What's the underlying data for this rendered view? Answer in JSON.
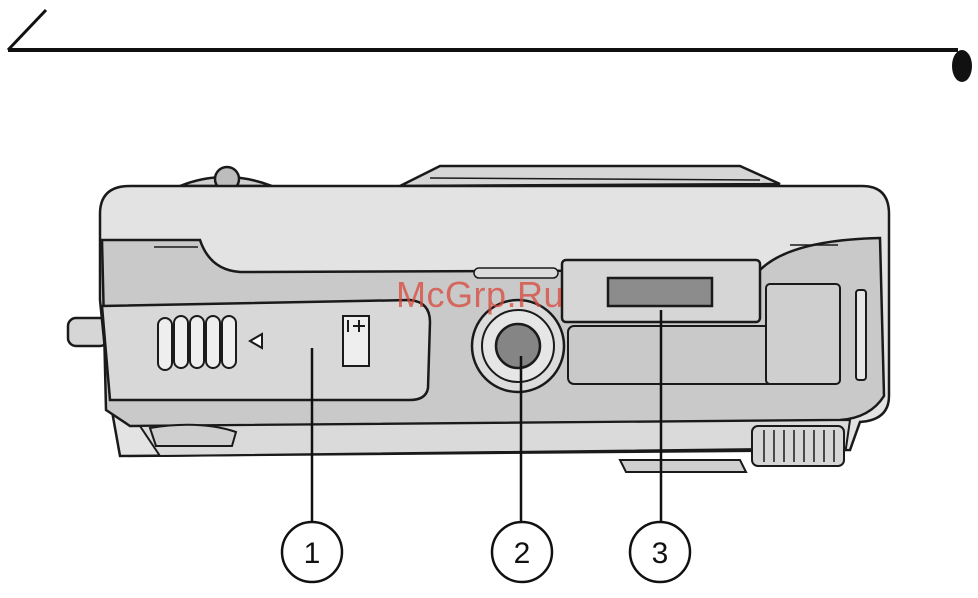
{
  "watermark": {
    "text": "McGrp.Ru"
  },
  "callouts": [
    {
      "number": "1",
      "target": "battery-door"
    },
    {
      "number": "2",
      "target": "tripod-socket"
    },
    {
      "number": "3",
      "target": "viewfinder-window"
    }
  ],
  "icons": {
    "battery_door_symbol": "battery-icon",
    "open_arrow": "triangle-left-icon"
  },
  "colors": {
    "body_light": "#e3e3e3",
    "body_mid": "#c9c9c9",
    "window_dark": "#8c8c8c",
    "socket_dark": "#858585",
    "outline": "#1a1a1a"
  }
}
